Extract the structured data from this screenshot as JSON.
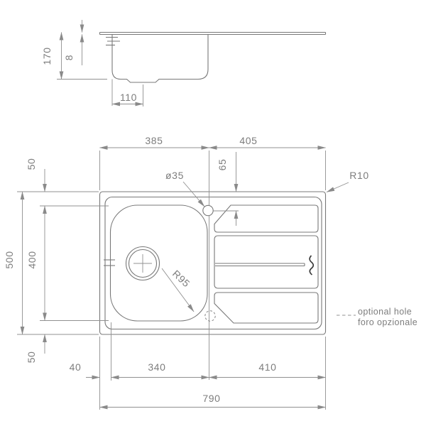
{
  "drawing": {
    "section": {
      "depth": "170",
      "rim": "8",
      "drain_offset": "110"
    },
    "plan": {
      "width_left": "385",
      "width_right": "405",
      "hole_diameter": "ø35",
      "hole_offset": "65",
      "corner_radius": "R10",
      "margin_top": "50",
      "height_total": "500",
      "height_bowl": "400",
      "margin_bottom": "50",
      "bowl_radius": "R95",
      "margin_left": "40",
      "width_bowl": "340",
      "width_drainer": "410",
      "width_total": "790"
    },
    "note": {
      "line1": "optional hole",
      "line2": "foro opzionale"
    },
    "colors": {
      "object_line": "#787878",
      "dimension_line": "#909090",
      "text": "#7d7d7d",
      "background": "#ffffff"
    }
  }
}
